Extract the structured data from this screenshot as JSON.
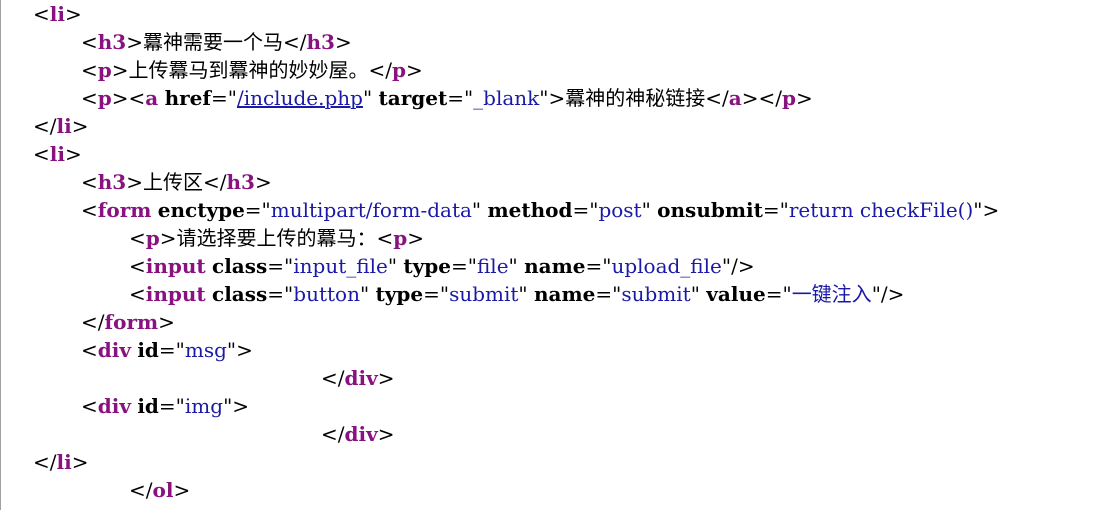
{
  "source_lines": [
    {
      "indent": 0,
      "tokens": [
        {
          "t": "punct",
          "v": "<"
        },
        {
          "t": "tag",
          "v": "li"
        },
        {
          "t": "punct",
          "v": ">"
        }
      ]
    },
    {
      "indent": 1,
      "tokens": [
        {
          "t": "punct",
          "v": "<"
        },
        {
          "t": "tag",
          "v": "h3"
        },
        {
          "t": "punct",
          "v": ">"
        },
        {
          "t": "text",
          "v": "羃神需要一个马"
        },
        {
          "t": "punct",
          "v": "</"
        },
        {
          "t": "tag",
          "v": "h3"
        },
        {
          "t": "punct",
          "v": ">"
        }
      ]
    },
    {
      "indent": 1,
      "tokens": [
        {
          "t": "punct",
          "v": "<"
        },
        {
          "t": "tag",
          "v": "p"
        },
        {
          "t": "punct",
          "v": ">"
        },
        {
          "t": "text",
          "v": "上传羃马到羃神的妙妙屋。"
        },
        {
          "t": "punct",
          "v": "</"
        },
        {
          "t": "tag",
          "v": "p"
        },
        {
          "t": "punct",
          "v": ">"
        }
      ]
    },
    {
      "indent": 1,
      "tokens": [
        {
          "t": "punct",
          "v": "<"
        },
        {
          "t": "tag",
          "v": "p"
        },
        {
          "t": "punct",
          "v": "><"
        },
        {
          "t": "tag",
          "v": "a"
        },
        {
          "t": "punct",
          "v": " "
        },
        {
          "t": "attr",
          "v": "href"
        },
        {
          "t": "punct",
          "v": "=\""
        },
        {
          "t": "link",
          "v": "/include.php"
        },
        {
          "t": "punct",
          "v": "\" "
        },
        {
          "t": "attr",
          "v": "target"
        },
        {
          "t": "punct",
          "v": "=\""
        },
        {
          "t": "val",
          "v": "_blank"
        },
        {
          "t": "punct",
          "v": "\">"
        },
        {
          "t": "text",
          "v": "羃神的神秘链接"
        },
        {
          "t": "punct",
          "v": "</"
        },
        {
          "t": "tag",
          "v": "a"
        },
        {
          "t": "punct",
          "v": "></"
        },
        {
          "t": "tag",
          "v": "p"
        },
        {
          "t": "punct",
          "v": ">"
        }
      ]
    },
    {
      "indent": 0,
      "tokens": [
        {
          "t": "punct",
          "v": "</"
        },
        {
          "t": "tag",
          "v": "li"
        },
        {
          "t": "punct",
          "v": ">"
        }
      ]
    },
    {
      "indent": 0,
      "tokens": [
        {
          "t": "punct",
          "v": "<"
        },
        {
          "t": "tag",
          "v": "li"
        },
        {
          "t": "punct",
          "v": ">"
        }
      ]
    },
    {
      "indent": 1,
      "tokens": [
        {
          "t": "punct",
          "v": "<"
        },
        {
          "t": "tag",
          "v": "h3"
        },
        {
          "t": "punct",
          "v": ">"
        },
        {
          "t": "text",
          "v": "上传区"
        },
        {
          "t": "punct",
          "v": "</"
        },
        {
          "t": "tag",
          "v": "h3"
        },
        {
          "t": "punct",
          "v": ">"
        }
      ]
    },
    {
      "indent": 1,
      "tokens": [
        {
          "t": "punct",
          "v": "<"
        },
        {
          "t": "tag",
          "v": "form"
        },
        {
          "t": "punct",
          "v": " "
        },
        {
          "t": "attr",
          "v": "enctype"
        },
        {
          "t": "punct",
          "v": "=\""
        },
        {
          "t": "val",
          "v": "multipart/form-data"
        },
        {
          "t": "punct",
          "v": "\" "
        },
        {
          "t": "attr",
          "v": "method"
        },
        {
          "t": "punct",
          "v": "=\""
        },
        {
          "t": "val",
          "v": "post"
        },
        {
          "t": "punct",
          "v": "\" "
        },
        {
          "t": "attr",
          "v": "onsubmit"
        },
        {
          "t": "punct",
          "v": "=\""
        },
        {
          "t": "val",
          "v": "return checkFile()"
        },
        {
          "t": "punct",
          "v": "\">"
        }
      ]
    },
    {
      "indent": 2,
      "tokens": [
        {
          "t": "punct",
          "v": "<"
        },
        {
          "t": "tag",
          "v": "p"
        },
        {
          "t": "punct",
          "v": ">"
        },
        {
          "t": "text",
          "v": "请选择要上传的羃马："
        },
        {
          "t": "punct",
          "v": "<"
        },
        {
          "t": "tag",
          "v": "p"
        },
        {
          "t": "punct",
          "v": ">"
        }
      ]
    },
    {
      "indent": 2,
      "tokens": [
        {
          "t": "punct",
          "v": "<"
        },
        {
          "t": "tag",
          "v": "input"
        },
        {
          "t": "punct",
          "v": " "
        },
        {
          "t": "attr",
          "v": "class"
        },
        {
          "t": "punct",
          "v": "=\""
        },
        {
          "t": "val",
          "v": "input_file"
        },
        {
          "t": "punct",
          "v": "\" "
        },
        {
          "t": "attr",
          "v": "type"
        },
        {
          "t": "punct",
          "v": "=\""
        },
        {
          "t": "val",
          "v": "file"
        },
        {
          "t": "punct",
          "v": "\" "
        },
        {
          "t": "attr",
          "v": "name"
        },
        {
          "t": "punct",
          "v": "=\""
        },
        {
          "t": "val",
          "v": "upload_file"
        },
        {
          "t": "punct",
          "v": "\"/>"
        }
      ]
    },
    {
      "indent": 2,
      "tokens": [
        {
          "t": "punct",
          "v": "<"
        },
        {
          "t": "tag",
          "v": "input"
        },
        {
          "t": "punct",
          "v": " "
        },
        {
          "t": "attr",
          "v": "class"
        },
        {
          "t": "punct",
          "v": "=\""
        },
        {
          "t": "val",
          "v": "button"
        },
        {
          "t": "punct",
          "v": "\" "
        },
        {
          "t": "attr",
          "v": "type"
        },
        {
          "t": "punct",
          "v": "=\""
        },
        {
          "t": "val",
          "v": "submit"
        },
        {
          "t": "punct",
          "v": "\" "
        },
        {
          "t": "attr",
          "v": "name"
        },
        {
          "t": "punct",
          "v": "=\""
        },
        {
          "t": "val",
          "v": "submit"
        },
        {
          "t": "punct",
          "v": "\" "
        },
        {
          "t": "attr",
          "v": "value"
        },
        {
          "t": "punct",
          "v": "=\""
        },
        {
          "t": "val",
          "v": "一键注入"
        },
        {
          "t": "punct",
          "v": "\"/>"
        }
      ]
    },
    {
      "indent": 1,
      "tokens": [
        {
          "t": "punct",
          "v": "</"
        },
        {
          "t": "tag",
          "v": "form"
        },
        {
          "t": "punct",
          "v": ">"
        }
      ]
    },
    {
      "indent": 1,
      "tokens": [
        {
          "t": "punct",
          "v": "<"
        },
        {
          "t": "tag",
          "v": "div"
        },
        {
          "t": "punct",
          "v": " "
        },
        {
          "t": "attr",
          "v": "id"
        },
        {
          "t": "punct",
          "v": "=\""
        },
        {
          "t": "val",
          "v": "msg"
        },
        {
          "t": "punct",
          "v": "\">"
        }
      ]
    },
    {
      "indent": 6,
      "tokens": [
        {
          "t": "punct",
          "v": "</"
        },
        {
          "t": "tag",
          "v": "div"
        },
        {
          "t": "punct",
          "v": ">"
        }
      ]
    },
    {
      "indent": 1,
      "tokens": [
        {
          "t": "punct",
          "v": "<"
        },
        {
          "t": "tag",
          "v": "div"
        },
        {
          "t": "punct",
          "v": " "
        },
        {
          "t": "attr",
          "v": "id"
        },
        {
          "t": "punct",
          "v": "=\""
        },
        {
          "t": "val",
          "v": "img"
        },
        {
          "t": "punct",
          "v": "\">"
        }
      ]
    },
    {
      "indent": 6,
      "tokens": [
        {
          "t": "punct",
          "v": "</"
        },
        {
          "t": "tag",
          "v": "div"
        },
        {
          "t": "punct",
          "v": ">"
        }
      ]
    },
    {
      "indent": 0,
      "tokens": [
        {
          "t": "punct",
          "v": "</"
        },
        {
          "t": "tag",
          "v": "li"
        },
        {
          "t": "punct",
          "v": ">"
        }
      ]
    },
    {
      "indent": 2,
      "tokens": [
        {
          "t": "punct",
          "v": "</"
        },
        {
          "t": "tag",
          "v": "ol"
        },
        {
          "t": "punct",
          "v": ">"
        }
      ]
    }
  ]
}
